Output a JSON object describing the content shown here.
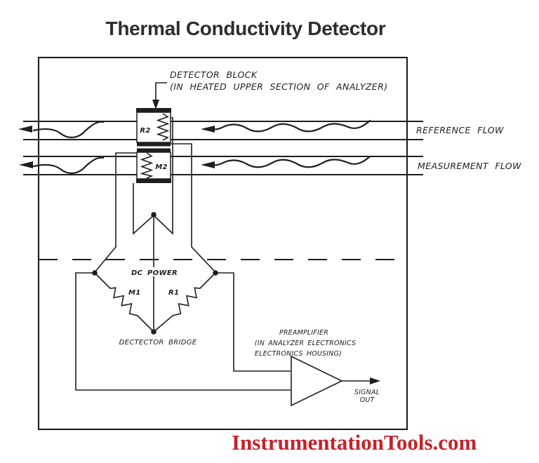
{
  "title": "Thermal Conductivity Detector",
  "footer": {
    "brand": "InstrumentationTools.com"
  },
  "colors": {
    "line": "#1e1e1e",
    "title": "#2d2d2d",
    "brand": "#c4232b",
    "background": "#ffffff"
  },
  "diagram": {
    "callout": {
      "line1": "DETECTOR BLOCK",
      "line2": "(IN HEATED UPPER SECTION OF ANALYZER)"
    },
    "block": {
      "top_filament": "R2",
      "bottom_filament": "M2"
    },
    "flows": {
      "reference": "REFERENCE FLOW",
      "measurement": "MEASUREMENT FLOW"
    },
    "bridge": {
      "power": "DC POWER",
      "left_resistor": "M1",
      "right_resistor": "R1",
      "caption": "DECTECTOR BRIDGE"
    },
    "preamp": {
      "line1": "PREAMPLIFIER",
      "line2": "(IN ANALYZER ELECTRONICS",
      "line3": "ELECTRONICS HOUSING)"
    },
    "output": {
      "line1": "SIGNAL",
      "line2": "OUT"
    }
  }
}
